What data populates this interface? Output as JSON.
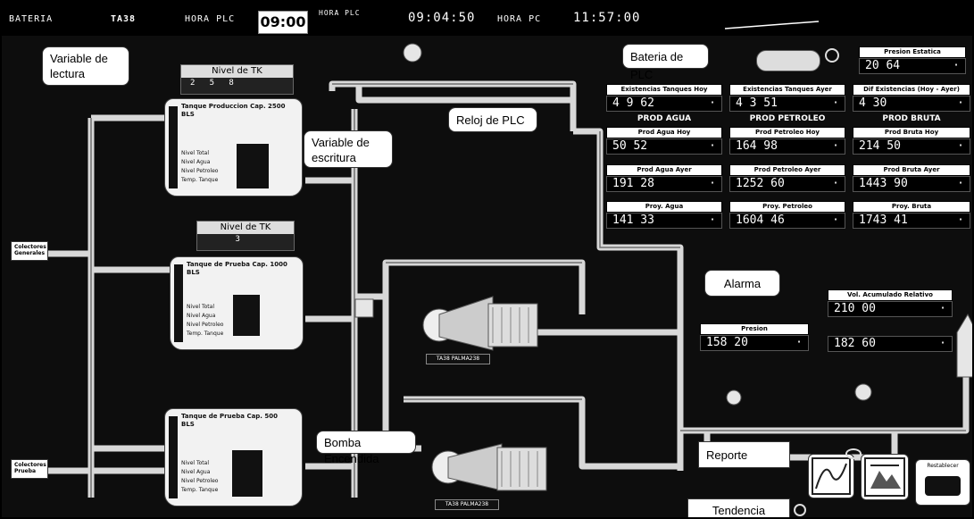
{
  "topbar": {
    "f1": "BATERIA",
    "f2": "TA38",
    "f3": "HORA  PLC",
    "time": "09:00",
    "f4": "HORA  PLC",
    "plc_clock": "09:04:50",
    "f5": "HORA  PC",
    "pc_clock": "11:57:00"
  },
  "callouts": {
    "variable_lectura": "Variable de lectura",
    "variable_escritura": "Variable de escritura",
    "reloj_plc": "Reloj de PLC",
    "bateria_plc": "Bateria de PLC",
    "bomba_encendida": "Bomba Encendida",
    "alarma": "Alarma",
    "reporte": "Reporte",
    "tendencia": "Tendencia"
  },
  "tanks": {
    "nivel_label": "Nivel de TK",
    "t1_title": "Tanque Produccion Cap. 2500 BLS",
    "t2_title": "Tanque de Prueba Cap. 1000 BLS",
    "t3_title": "Tanque de Prueba Cap. 500 BLS",
    "rows": [
      "Nivel Total",
      "Nivel Agua",
      "Nivel Petroleo",
      "Temp. Tanque"
    ]
  },
  "side_labels": {
    "colector_general": "Colectores Generales",
    "colector_prueba": "Colectores Prueba"
  },
  "pumps": {
    "p1": "TA38 PALMA238",
    "p2": "TA38 PALMA238"
  },
  "panel": {
    "presion_estatica": {
      "label": "Presion Estatica",
      "value": "20 64"
    },
    "exist_hoy": {
      "label": "Existencias Tanques Hoy",
      "value": "4 9 62"
    },
    "exist_ayer": {
      "label": "Existencias Tanques Ayer",
      "value": "4 3 51"
    },
    "dif_exist": {
      "label": "Dif Existencias (Hoy - Ayer)",
      "value": "4 30"
    },
    "sect_agua": "PROD AGUA",
    "sect_petroleo": "PROD PETROLEO",
    "sect_bruta": "PROD BRUTA",
    "agua_hoy": {
      "label": "Prod Agua Hoy",
      "value": "50 52"
    },
    "petroleo_hoy": {
      "label": "Prod Petroleo Hoy",
      "value": "164 98"
    },
    "bruta_hoy": {
      "label": "Prod Bruta Hoy",
      "value": "214 50"
    },
    "agua_ayer": {
      "label": "Prod Agua Ayer",
      "value": "191 28"
    },
    "petroleo_ayer": {
      "label": "Prod Petroleo Ayer",
      "value": "1252 60"
    },
    "bruta_ayer": {
      "label": "Prod Bruta Ayer",
      "value": "1443 90"
    },
    "proy_agua": {
      "label": "Proy. Agua",
      "value": "141 33"
    },
    "proy_petroleo": {
      "label": "Proy. Petroleo",
      "value": "1604 46"
    },
    "proy_bruta": {
      "label": "Proy. Bruta",
      "value": "1743 41"
    },
    "presion": {
      "label": "Presion",
      "value": "158 20"
    },
    "vol_acum": {
      "label": "Vol. Acumulado Relativo",
      "value": "210 00"
    },
    "vol_val2": "182 60",
    "restablecer": "Restablecer"
  }
}
